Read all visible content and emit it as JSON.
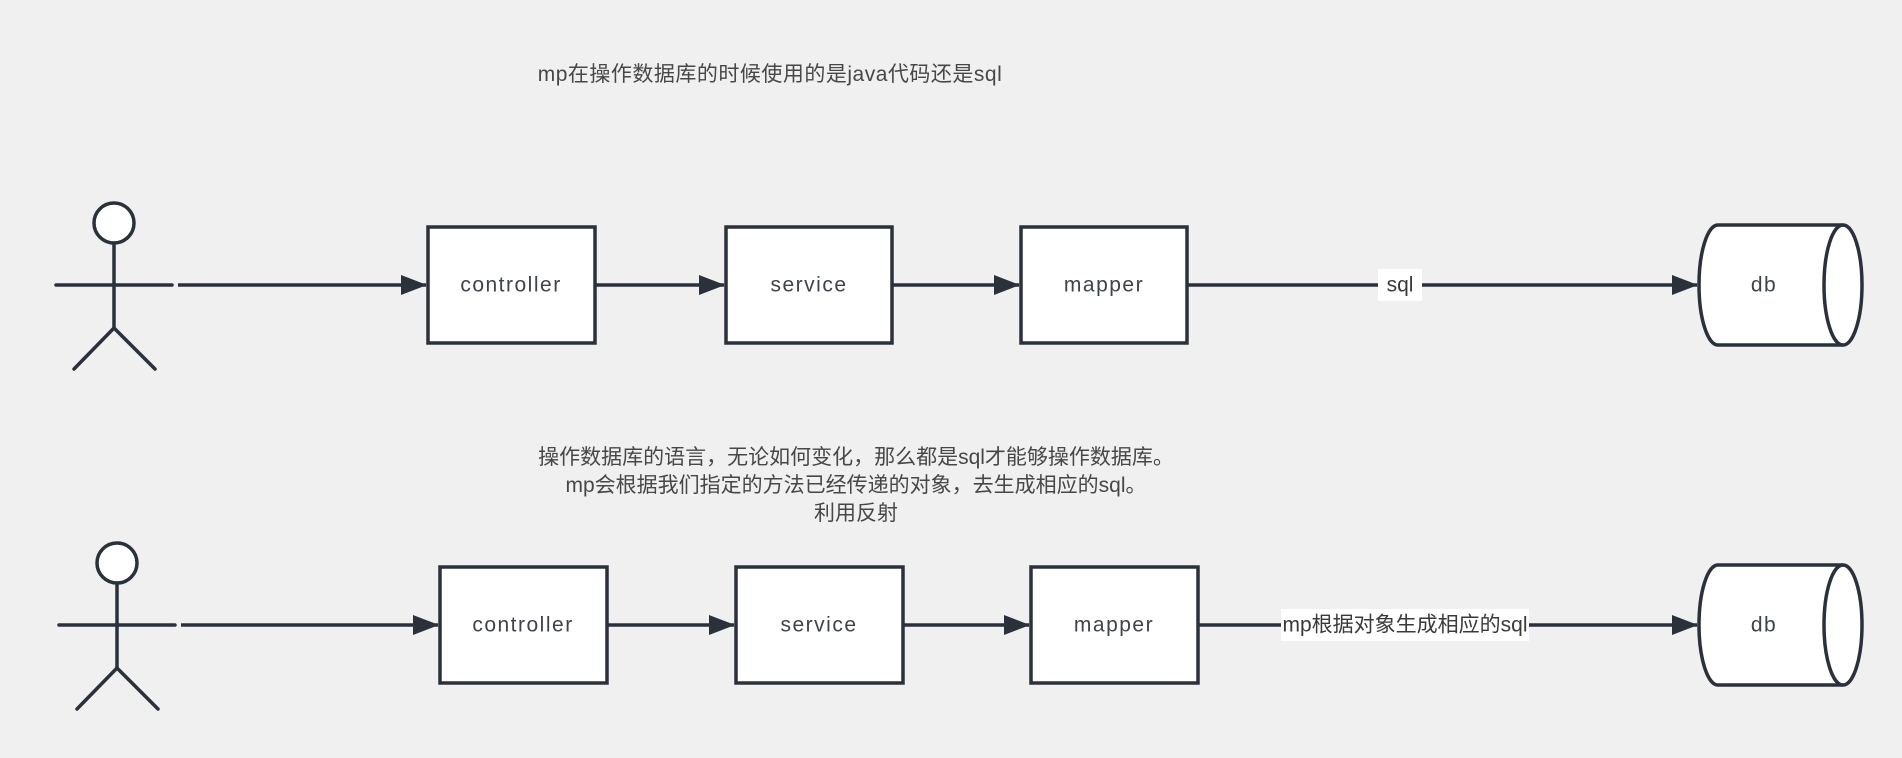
{
  "title": "mp在操作数据库的时候使用的是java代码还是sql",
  "note": {
    "lines": [
      "操作数据库的语言，无论如何变化，那么都是sql才能够操作数据库。",
      "mp会根据我们指定的方法已经传递的对象，去生成相应的sql。",
      "利用反射"
    ]
  },
  "flow_top": {
    "nodes": [
      "controller",
      "service",
      "mapper"
    ],
    "edge_label": "sql",
    "db_label": "db"
  },
  "flow_bottom": {
    "nodes": [
      "controller",
      "service",
      "mapper"
    ],
    "edge_label": "mp根据对象生成相应的sql",
    "db_label": "db"
  },
  "colors": {
    "background": "#f0f0f0",
    "stroke": "#2a313b",
    "shape_fill": "#ffffff",
    "text": "#474747"
  }
}
